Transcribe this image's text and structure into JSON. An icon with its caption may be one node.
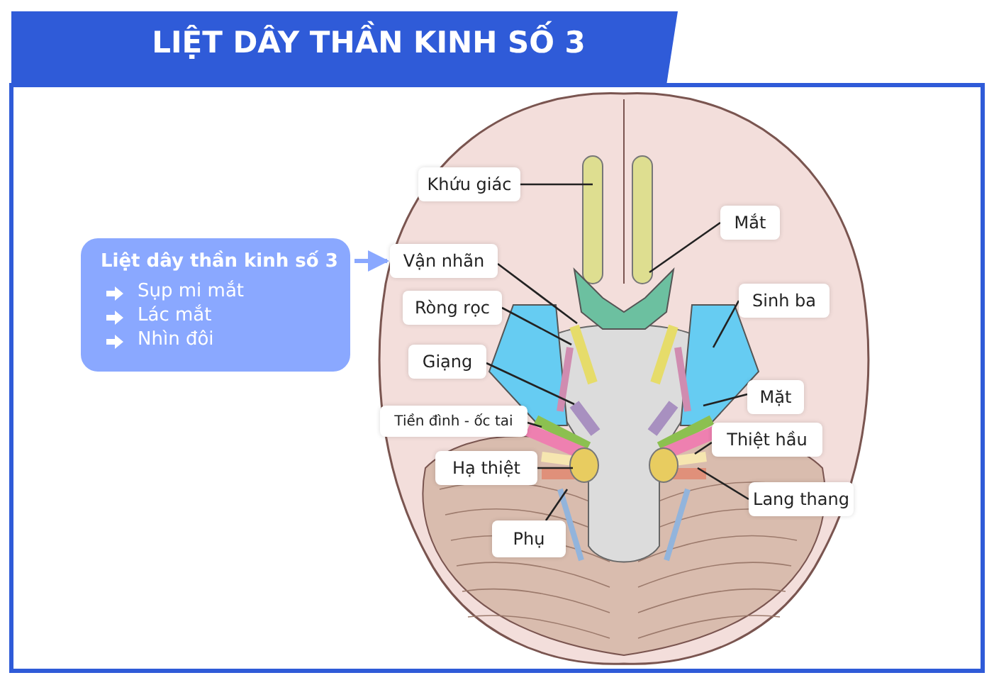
{
  "diagram": {
    "title": "LIỆT DÂY THẦN KINH SỐ 3",
    "nodes": [
      {
        "text": [
          "Liệt dây thần kinh số 3",
          "Sụp mi mắt",
          "Lác mắt",
          "Nhìn đôi"
        ]
      },
      {
        "text": [
          "Khứu giác"
        ]
      },
      {
        "text": [
          "Mắt"
        ]
      },
      {
        "text": [
          "Vận nhãn"
        ]
      },
      {
        "text": [
          "Ròng rọc"
        ]
      },
      {
        "text": [
          "Sinh ba"
        ]
      },
      {
        "text": [
          "Giạng"
        ]
      },
      {
        "text": [
          "Mặt"
        ]
      },
      {
        "text": [
          "Tiền đình - ốc tai"
        ]
      },
      {
        "text": [
          "Thiệt hầu"
        ]
      },
      {
        "text": [
          "Hạ thiệt"
        ]
      },
      {
        "text": [
          "Lang thang"
        ]
      },
      {
        "text": [
          "Phụ"
        ]
      }
    ],
    "edges": [
      {
        "from": 0,
        "to": 3,
        "arrow": "to",
        "style": "thick",
        "color": "#8aa8ff"
      },
      {
        "from": 1,
        "to": null,
        "arrow": "none"
      },
      {
        "from": 2,
        "to": null,
        "arrow": "none"
      },
      {
        "from": 3,
        "to": null,
        "arrow": "none"
      },
      {
        "from": 4,
        "to": null,
        "arrow": "none"
      },
      {
        "from": 5,
        "to": null,
        "arrow": "none"
      },
      {
        "from": 6,
        "to": null,
        "arrow": "none"
      },
      {
        "from": 7,
        "to": null,
        "arrow": "none"
      },
      {
        "from": 8,
        "to": null,
        "arrow": "none"
      },
      {
        "from": 9,
        "to": null,
        "arrow": "none"
      },
      {
        "from": 10,
        "to": null,
        "arrow": "none"
      },
      {
        "from": 11,
        "to": null,
        "arrow": "none"
      },
      {
        "from": 12,
        "to": null,
        "arrow": "none"
      }
    ]
  }
}
